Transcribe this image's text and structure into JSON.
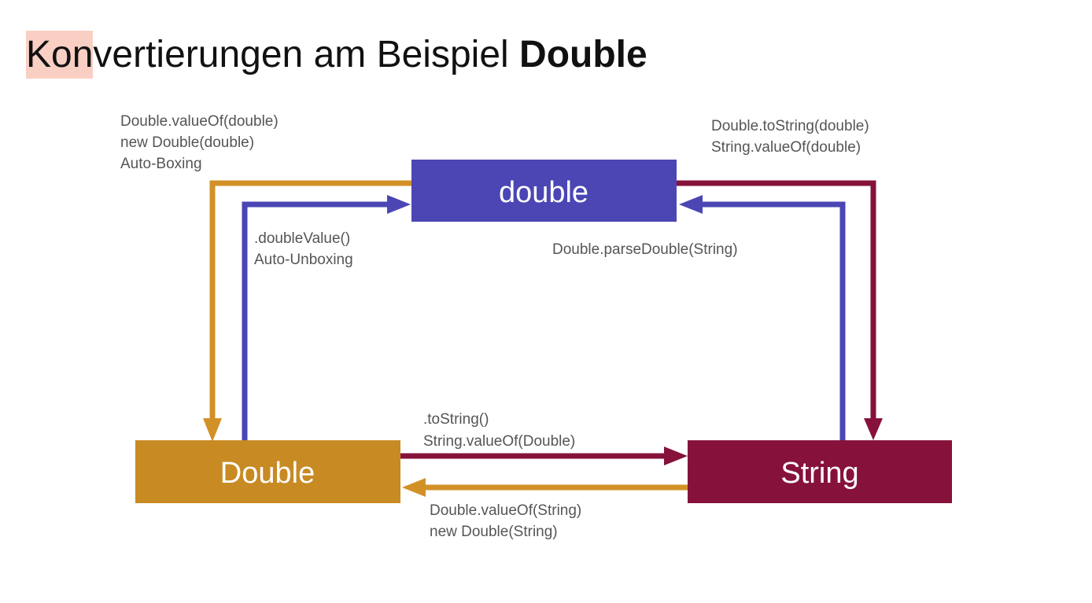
{
  "title": {
    "highlight": "Kon",
    "rest": "vertierungen am Beispiel ",
    "bold": "Double"
  },
  "nodes": {
    "double": {
      "label": "double",
      "color": "#4b46b4"
    },
    "Double": {
      "label": "Double",
      "color": "#c88a22"
    },
    "String": {
      "label": "String",
      "color": "#86123c"
    }
  },
  "edges": {
    "double_to_Double": [
      "Double.valueOf(double)",
      "new Double(double)",
      "Auto-Boxing"
    ],
    "Double_to_double": [
      ".doubleValue()",
      "Auto-Unboxing"
    ],
    "double_to_String": [
      "Double.toString(double)",
      "String.valueOf(double)"
    ],
    "String_to_double": [
      "Double.parseDouble(String)"
    ],
    "Double_to_String": [
      ".toString()",
      "String.valueOf(Double)"
    ],
    "String_to_Double": [
      "Double.valueOf(String)",
      "new Double(String)"
    ]
  }
}
